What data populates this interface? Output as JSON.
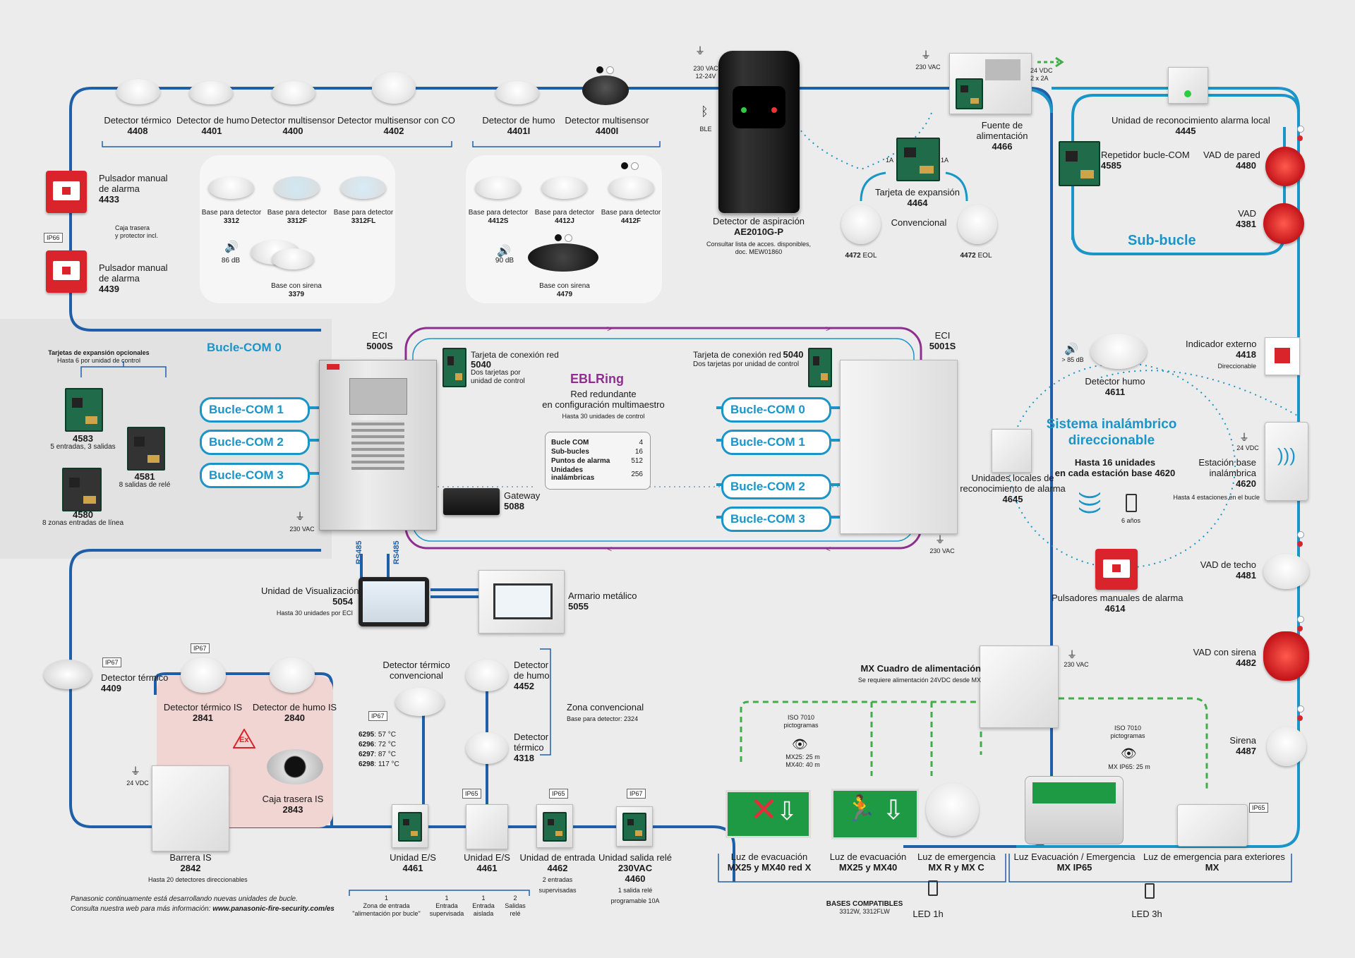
{
  "colors": {
    "loop": "#1b95c7",
    "bus": "#1f5fa8",
    "ring": "#8e2f8f",
    "green_dash": "#3fae49",
    "background": "#ececec"
  },
  "loop_detectors": {
    "d4408": {
      "name": "Detector térmico",
      "code": "4408"
    },
    "d4401": {
      "name": "Detector de humo",
      "code": "4401"
    },
    "d4400": {
      "name": "Detector multisensor",
      "code": "4400"
    },
    "d4402": {
      "name": "Detector multisensor con CO",
      "code": "4402"
    },
    "d4401i": {
      "name": "Detector de humo",
      "code": "4401I"
    },
    "d4400i": {
      "name": "Detector multisensor",
      "code": "4400I"
    }
  },
  "bases_left": {
    "b3312": {
      "name": "Base para detector",
      "code": "3312"
    },
    "b3312f": {
      "name": "Base para detector",
      "code": "3312F"
    },
    "b3312fl": {
      "name": "Base para detector",
      "code": "3312FL"
    },
    "db": "86 dB",
    "b3379": {
      "name": "Base con sirena",
      "code": "3379"
    }
  },
  "bases_right": {
    "b4412s": {
      "name": "Base para detector",
      "code": "4412S"
    },
    "b4412j": {
      "name": "Base para detector",
      "code": "4412J"
    },
    "b4412f": {
      "name": "Base para detector",
      "code": "4412F"
    },
    "db": "90 dB",
    "b4479": {
      "name": "Base con sirena",
      "code": "4479"
    }
  },
  "manual_calls": {
    "m4433": {
      "name1": "Pulsador manual",
      "name2": "de alarma",
      "code": "4433"
    },
    "note1": "Caja trasera",
    "note2": "y protector incl.",
    "ip": "IP66",
    "m4439": {
      "name1": "Pulsador manual",
      "name2": "de alarma",
      "code": "4439"
    }
  },
  "aspiration": {
    "power1": "230 VAC",
    "power2": "12-24V",
    "ble": "BLE",
    "name": "Detector de aspiración",
    "code": "AE2010G-P",
    "note1": "Consultar lista de acces. disponibles,",
    "note2": "doc. MEW01860"
  },
  "psu": {
    "power": "230 VAC",
    "out1": "24 VDC",
    "out2": "2 x 2A",
    "name1": "Fuente de",
    "name2": "alimentación",
    "code": "4466"
  },
  "expansion": {
    "a1": "1A",
    "a2": "1A",
    "name": "Tarjeta de expansión",
    "code": "4464",
    "conv": "Convencional",
    "eol1": "4472",
    "eol1b": "EOL",
    "eol2": "4472",
    "eol2b": "EOL"
  },
  "subloop": {
    "title": "Sub-bucle",
    "rep": {
      "name": "Repetidor bucle-COM",
      "code": "4585"
    },
    "ack": {
      "name": "Unidad de reconocimiento alarma local",
      "code": "4445"
    },
    "vad_wall": {
      "name": "VAD de pared",
      "code": "4480"
    },
    "vad": {
      "name": "VAD",
      "code": "4381"
    }
  },
  "left_cards": {
    "title": "Tarjetas de expansión opcionales",
    "subtitle": "Hasta 6 por unidad de control",
    "c4583": {
      "code": "4583",
      "desc": "5 entradas, 3 salidas"
    },
    "c4581": {
      "code": "4581",
      "desc": "8 salidas de relé"
    },
    "c4580": {
      "code": "4580",
      "desc": "8 zonas entradas de línea"
    }
  },
  "eci_left": {
    "name": "ECI",
    "code": "5000S",
    "power": "230 VAC",
    "loops": [
      "Bucle-COM 0",
      "Bucle-COM 1",
      "Bucle-COM 2",
      "Bucle-COM 3"
    ]
  },
  "eci_right": {
    "name": "ECI",
    "code": "5001S",
    "power": "230 VAC",
    "loops": [
      "Bucle-COM 0",
      "Bucle-COM 1",
      "Bucle-COM 2",
      "Bucle-COM 3"
    ]
  },
  "netcard_left": {
    "name": "Tarjeta de conexión red",
    "code": "5040",
    "n1": "Dos tarjetas por",
    "n2": "unidad de control"
  },
  "netcard_right": {
    "name": "Tarjeta de conexión red",
    "code": "5040",
    "n1": "Dos tarjetas por unidad de control"
  },
  "eblring": {
    "title": "EBLRing",
    "l1": "Red redundante",
    "l2": "en configuración multimaestro",
    "l3": "Hasta 30 unidades de control",
    "table": [
      [
        "Bucle COM",
        "4"
      ],
      [
        "Sub-bucles",
        "16"
      ],
      [
        "Puntos de alarma",
        "512"
      ],
      [
        "Unidades inalámbricas",
        "256"
      ]
    ]
  },
  "gateway": {
    "name": "Gateway",
    "code": "5088"
  },
  "rs485": "RS485",
  "display": {
    "name": "Unidad de Visualización",
    "code": "5054",
    "note": "Hasta 30 unidades por ECI"
  },
  "cabinet": {
    "name": "Armario metálico",
    "code": "5055"
  },
  "wireless": {
    "title1": "Sistema inalámbrico",
    "title2": "direccionable",
    "sub1": "Hasta 16 unidades",
    "sub2": "en cada estación base 4620",
    "smoke": {
      "db": "> 85 dB",
      "name": "Detector humo",
      "code": "4611"
    },
    "ack": {
      "n1": "Unidades locales de",
      "n2": "reconocimiento de alarma",
      "code": "4645"
    },
    "mcp": {
      "name": "Pulsadores manuales de alarma",
      "code": "4614"
    },
    "battery": "6 años",
    "ext": {
      "name": "Indicador externo",
      "code": "4418",
      "note": "Direccionable"
    },
    "base": {
      "power": "24 VDC",
      "n1": "Estación base",
      "n2": "inalámbrica",
      "code": "4620",
      "note": "Hasta 4 estaciones en el bucle"
    }
  },
  "right_col": {
    "vad_ceiling": {
      "name": "VAD de techo",
      "code": "4481"
    },
    "vad_siren": {
      "name": "VAD con sirena",
      "code": "4482"
    },
    "siren": {
      "name": "Sirena",
      "code": "4487"
    }
  },
  "bottom_left": {
    "d4409": {
      "name": "Detector térmico",
      "code": "4409",
      "ip": "IP67"
    },
    "d2841": {
      "name": "Detector térmico IS",
      "code": "2841",
      "ip": "IP67"
    },
    "d2840": {
      "name": "Detector de humo IS",
      "code": "2840"
    },
    "ex": "Ex",
    "c2843": {
      "name": "Caja trasera IS",
      "code": "2843"
    },
    "barrier": {
      "power": "24 VDC",
      "name": "Barrera IS",
      "code": "2842",
      "note": "Hasta 20 detectores direccionables"
    }
  },
  "conventional": {
    "thermal": {
      "n1": "Detector térmico",
      "n2": "convencional",
      "ip": "IP67",
      "temps": [
        [
          "6295",
          "57 °C"
        ],
        [
          "6296",
          "72 °C"
        ],
        [
          "6297",
          "87 °C"
        ],
        [
          "6298",
          "117 °C"
        ]
      ]
    },
    "smoke": {
      "n1": "Detector",
      "n2": "de humo",
      "code": "4452"
    },
    "thermal2": {
      "n1": "Detector",
      "n2": "térmico",
      "code": "4318"
    },
    "zone": {
      "name": "Zona convencional",
      "base": "Base para detector:  2324"
    }
  },
  "io_units": {
    "u1": {
      "name": "Unidad E/S",
      "code": "4461"
    },
    "u2": {
      "name": "Unidad E/S",
      "code": "4461",
      "ip": "IP65"
    },
    "u3": {
      "name": "Unidad de entrada",
      "code": "4462",
      "n1": "2 entradas",
      "n2": "supervisadas",
      "ip": "IP65"
    },
    "u4": {
      "name": "Unidad salida relé",
      "code": "230VAC",
      "code2": "4460",
      "n1": "1 salida relé",
      "n2": "programable 10A",
      "ip": "IP67"
    },
    "legend": [
      {
        "num": "1",
        "l1": "Zona de entrada",
        "l2": "\"alimentación por bucle\""
      },
      {
        "num": "1",
        "l1": "Entrada",
        "l2": "supervisada"
      },
      {
        "num": "1",
        "l1": "Entrada",
        "l2": "aislada"
      },
      {
        "num": "2",
        "l1": "Salidas",
        "l2": "relé"
      }
    ]
  },
  "footer": {
    "l1": "Panasonic continuamente está desarrollando nuevas unidades de bucle.",
    "l2": "Consulta nuestra web para más información: ",
    "url": "www.panasonic-fire-security.com/es"
  },
  "mx": {
    "psu": {
      "name": "MX Cuadro de alimentación",
      "note": "Se requiere alimentación 24VDC desde MX",
      "power": "230 VAC"
    },
    "iso1": {
      "l1": "ISO 7010",
      "l2": "pictogramas",
      "r1": "MX25: 25 m",
      "r2": "MX40: 40 m"
    },
    "iso2": {
      "l1": "ISO 7010",
      "l2": "pictogramas",
      "r1": "MX IP65: 25 m"
    },
    "l1": {
      "n1": "Luz de evacuación",
      "n2": "MX25 y MX40 red X"
    },
    "l2": {
      "n1": "Luz de evacuación",
      "n2": "MX25 y MX40"
    },
    "l3": {
      "n1": "Luz de emergencia",
      "n2": "MX R y MX C"
    },
    "l4": {
      "n1": "Luz Evacuación / Emergencia",
      "n2": "MX IP65"
    },
    "l5": {
      "n1": "Luz de emergencia para exteriores",
      "n2": "MX",
      "ip": "IP65"
    },
    "bases": {
      "title": "BASES COMPATIBLES",
      "codes": "3312W, 3312FLW"
    },
    "led1": "LED 1h",
    "led3": "LED 3h"
  }
}
